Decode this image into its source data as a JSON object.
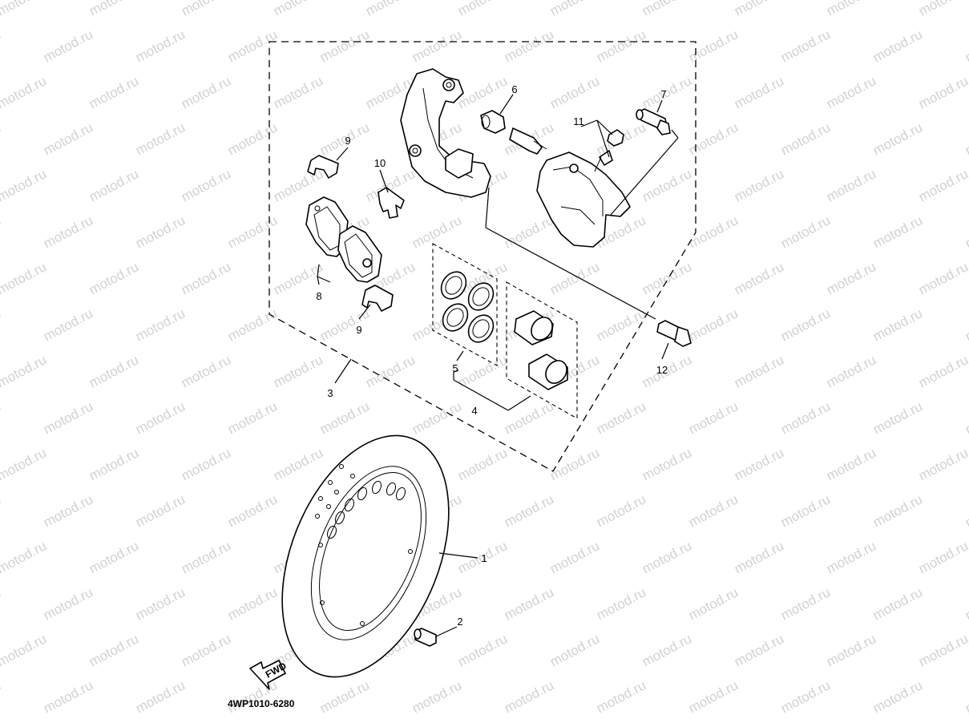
{
  "watermark": "motod.ru",
  "diagram_code": "4WP1010-6280",
  "direction_label": "FWD",
  "callouts": {
    "c1": "1",
    "c2": "2",
    "c3": "3",
    "c4": "4",
    "c5": "5",
    "c6": "6",
    "c7": "7",
    "c8": "8",
    "c9a": "9",
    "c9b": "9",
    "c10": "10",
    "c11": "11",
    "c12": "12"
  }
}
